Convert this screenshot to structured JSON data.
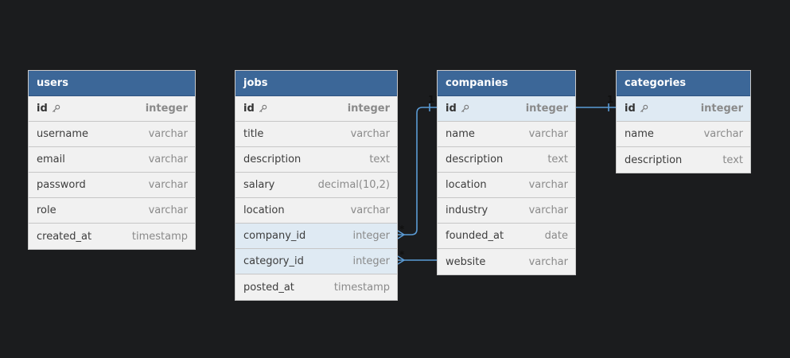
{
  "tables": {
    "users": {
      "title": "users",
      "fields": [
        {
          "name": "id",
          "type": "integer"
        },
        {
          "name": "username",
          "type": "varchar"
        },
        {
          "name": "email",
          "type": "varchar"
        },
        {
          "name": "password",
          "type": "varchar"
        },
        {
          "name": "role",
          "type": "varchar"
        },
        {
          "name": "created_at",
          "type": "timestamp"
        }
      ]
    },
    "jobs": {
      "title": "jobs",
      "fields": [
        {
          "name": "id",
          "type": "integer"
        },
        {
          "name": "title",
          "type": "varchar"
        },
        {
          "name": "description",
          "type": "text"
        },
        {
          "name": "salary",
          "type": "decimal(10,2)"
        },
        {
          "name": "location",
          "type": "varchar"
        },
        {
          "name": "company_id",
          "type": "integer"
        },
        {
          "name": "category_id",
          "type": "integer"
        },
        {
          "name": "posted_at",
          "type": "timestamp"
        }
      ]
    },
    "companies": {
      "title": "companies",
      "fields": [
        {
          "name": "id",
          "type": "integer"
        },
        {
          "name": "name",
          "type": "varchar"
        },
        {
          "name": "description",
          "type": "text"
        },
        {
          "name": "location",
          "type": "varchar"
        },
        {
          "name": "industry",
          "type": "varchar"
        },
        {
          "name": "founded_at",
          "type": "date"
        },
        {
          "name": "website",
          "type": "varchar"
        }
      ]
    },
    "categories": {
      "title": "categories",
      "fields": [
        {
          "name": "id",
          "type": "integer"
        },
        {
          "name": "name",
          "type": "varchar"
        },
        {
          "name": "description",
          "type": "text"
        }
      ]
    }
  },
  "relations": {
    "many": "*",
    "one": "1"
  },
  "colors": {
    "header": "#3c6798",
    "connector": "#5b9bd5",
    "fk_highlight": "#dfeaf3",
    "background": "#1b1c1e"
  },
  "icons": {
    "primary_key": "key-icon"
  }
}
